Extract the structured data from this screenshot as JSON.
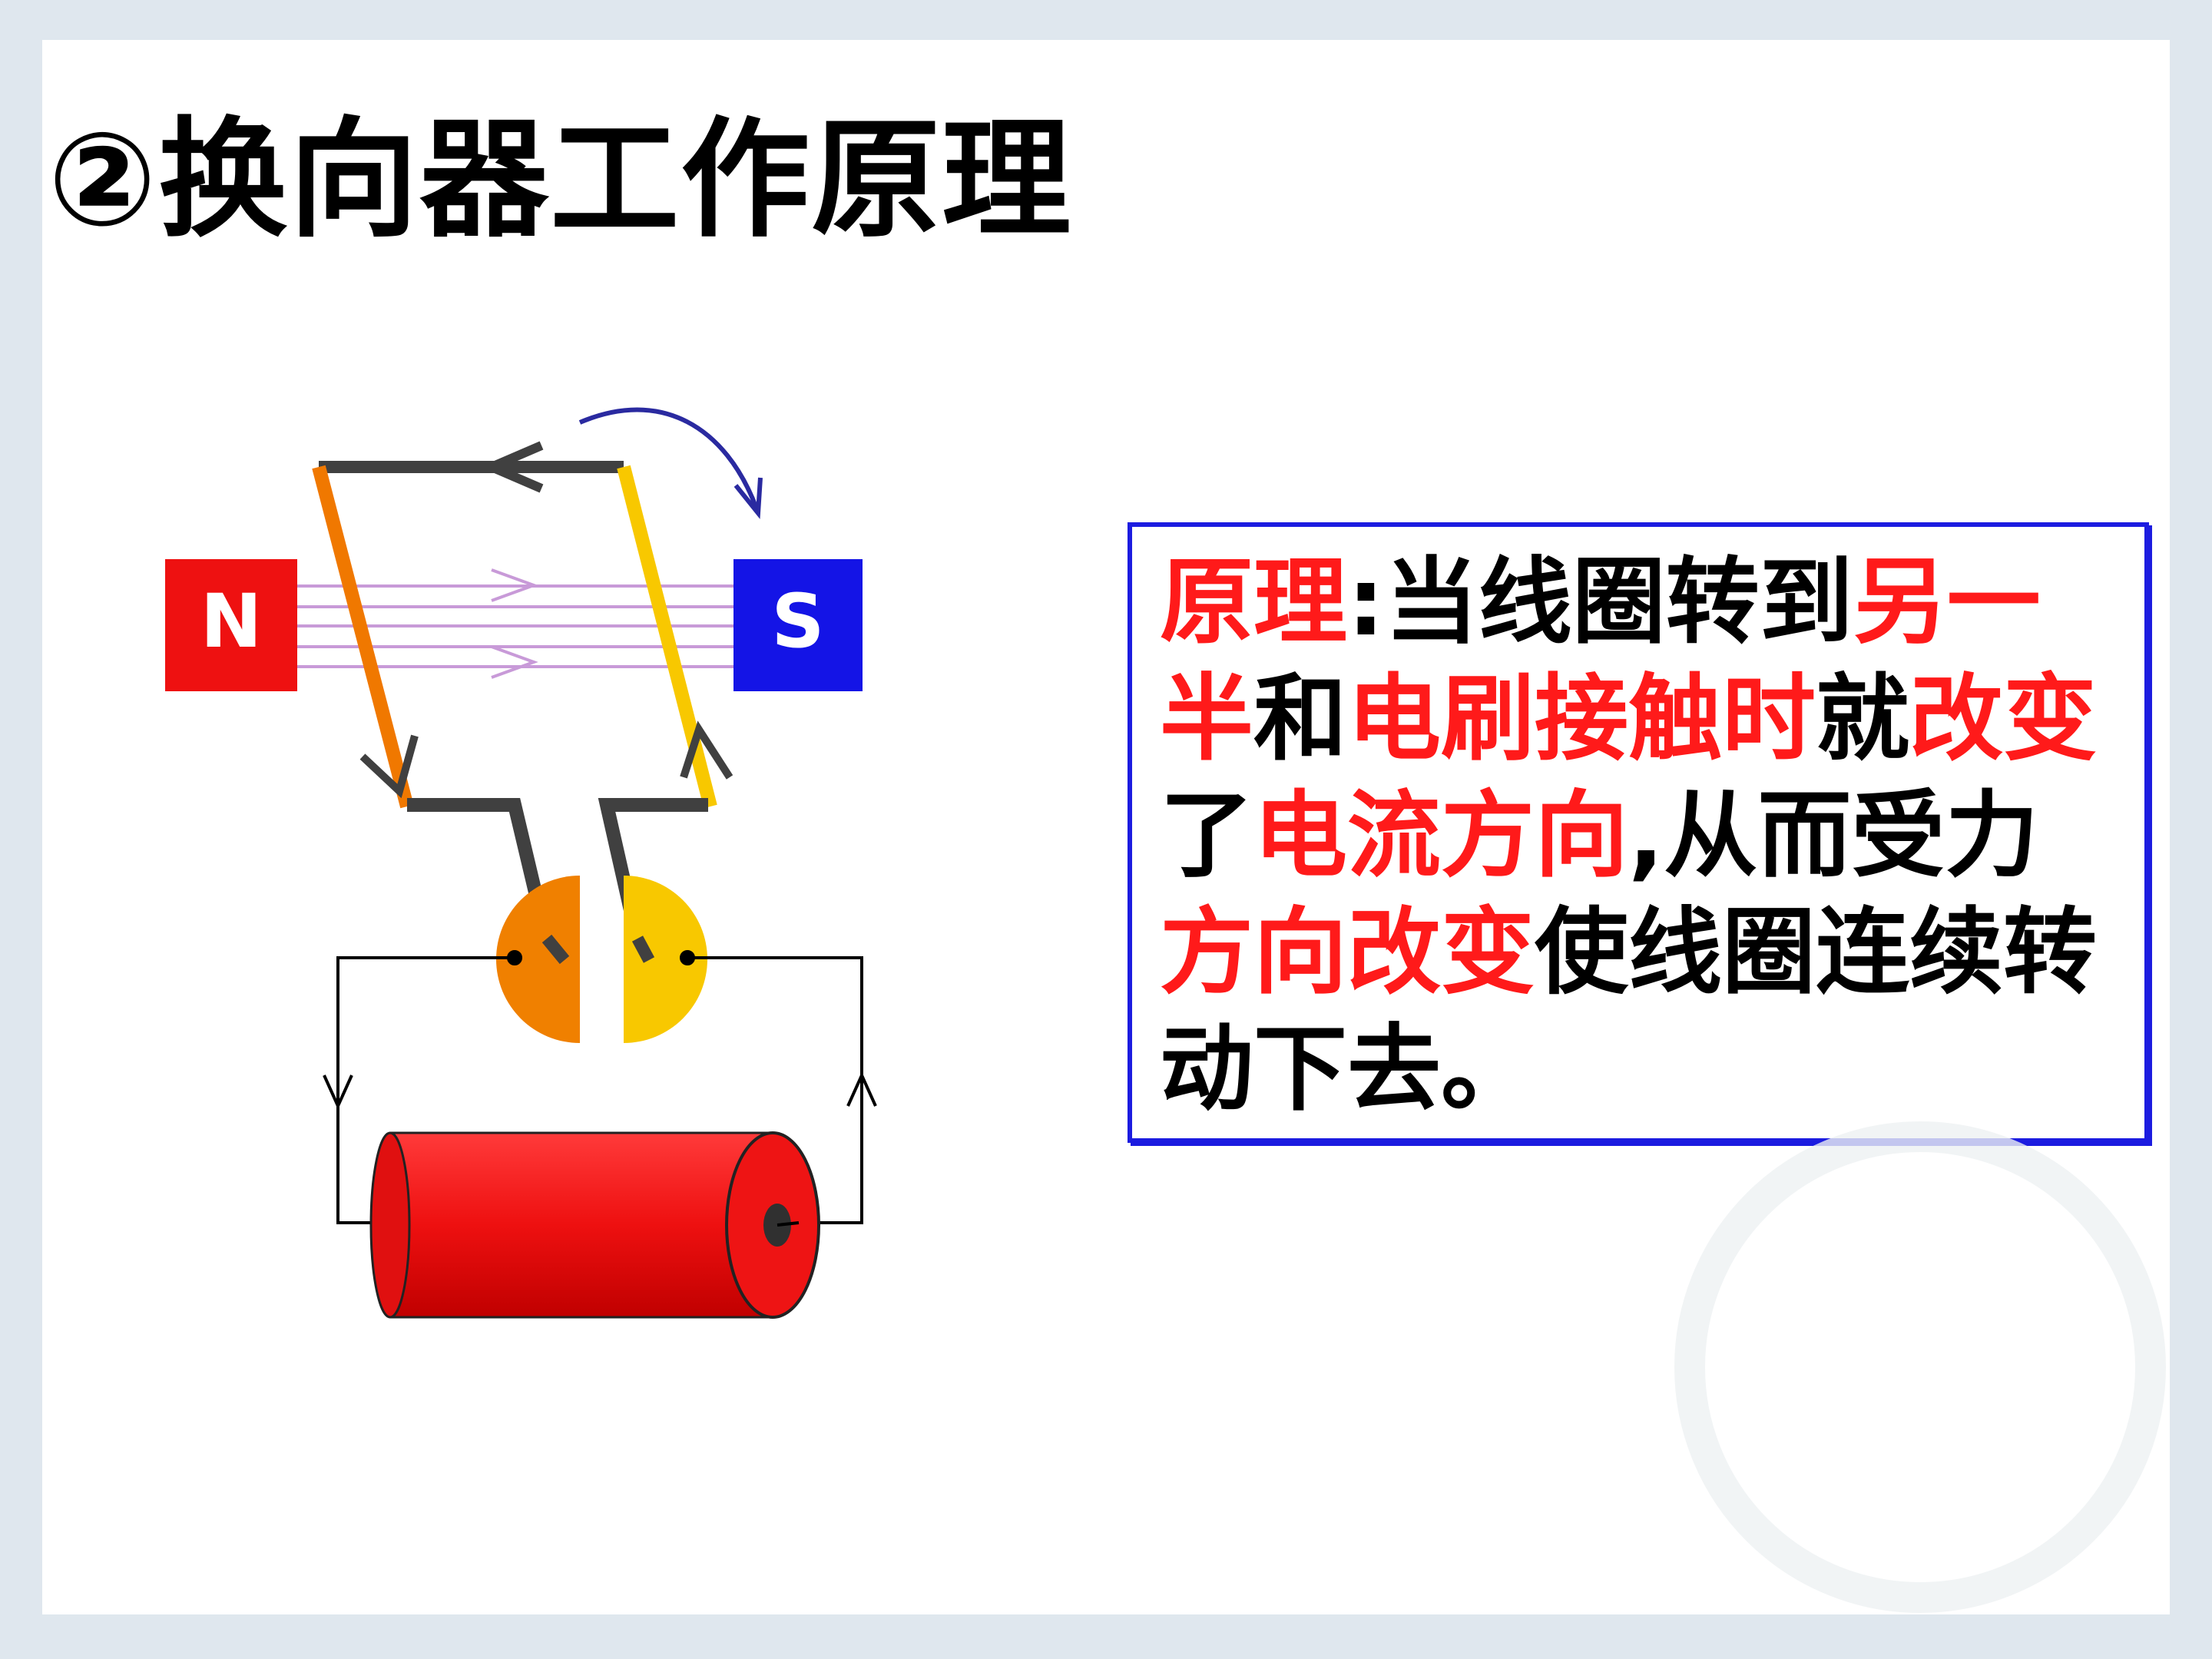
{
  "title": "②换向器工作原理",
  "diagram": {
    "magnet_north_label": "N",
    "magnet_south_label": "S",
    "colors": {
      "north": "#ee1111",
      "south": "#1414e6",
      "coil_left": "#f07800",
      "coil_right": "#f8c800",
      "wire": "#404040",
      "field_lines": "#c89ad8",
      "rotation_arrow": "#2a2aa0",
      "load": "#ee1010"
    }
  },
  "principle": {
    "segments": [
      {
        "text": "原理",
        "color": "red"
      },
      {
        "text": ":当线圈转到",
        "color": "black"
      },
      {
        "text": "另一半",
        "color": "red"
      },
      {
        "text": "和",
        "color": "black"
      },
      {
        "text": "电刷接触时",
        "color": "red"
      },
      {
        "text": "就",
        "color": "black"
      },
      {
        "text": "改变",
        "color": "red"
      },
      {
        "text": "了",
        "color": "black"
      },
      {
        "text": "电流方向",
        "color": "red"
      },
      {
        "text": ",从而受力",
        "color": "black"
      },
      {
        "text": "方向改变",
        "color": "red"
      },
      {
        "text": "使线圈连续转动下去。",
        "color": "black"
      }
    ]
  }
}
